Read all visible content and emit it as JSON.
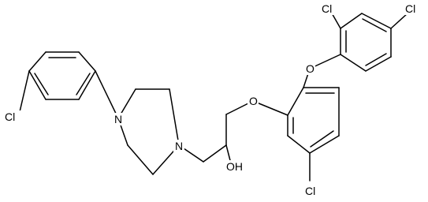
{
  "structure": {
    "atom_labels": {
      "cl_left": "Cl",
      "n_upper": "N",
      "n_lower": "N",
      "oh": "OH",
      "o_ether_mid": "O",
      "o_ether_top": "O",
      "cl_top_ortho": "Cl",
      "cl_top_para": "Cl",
      "cl_bottom": "Cl"
    },
    "colors": {
      "bond": "#000000",
      "label": "#000000",
      "background": "#ffffff"
    }
  }
}
